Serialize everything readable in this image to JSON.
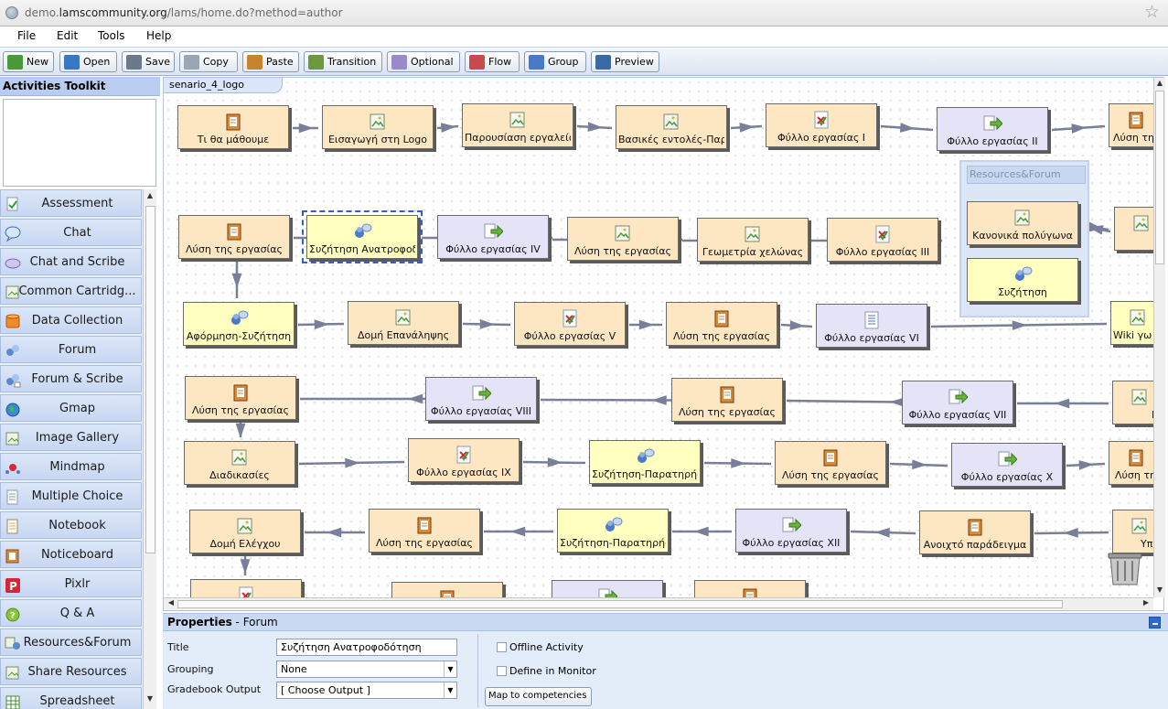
{
  "browser": {
    "url_prefix": "demo.",
    "url_domain": "lamscommunity.org",
    "url_path": "/lams/home.do?method=author"
  },
  "menu": [
    "File",
    "Edit",
    "Tools",
    "Help"
  ],
  "toolbar": [
    {
      "label": "New",
      "icon": "new-icon",
      "color": "#4a9a3a"
    },
    {
      "label": "Open",
      "icon": "folder-open-icon",
      "color": "#3a78c4"
    },
    {
      "label": "Save",
      "icon": "save-icon",
      "color": "#6a7a8a"
    },
    {
      "label": "Copy",
      "icon": "copy-icon",
      "color": "#9aa6b6"
    },
    {
      "label": "Paste",
      "icon": "paste-icon",
      "color": "#c8842a"
    },
    {
      "label": "Transition",
      "icon": "pencil-icon",
      "color": "#6a9a3a"
    },
    {
      "label": "Optional",
      "icon": "optional-pen-icon",
      "color": "#9a8ac8"
    },
    {
      "label": "Flow",
      "icon": "flow-icon",
      "color": "#c84a4a"
    },
    {
      "label": "Group",
      "icon": "group-icon",
      "color": "#4a7ac4"
    },
    {
      "label": "Preview",
      "icon": "magnifier-icon",
      "color": "#3a6aa4"
    }
  ],
  "toolkit": {
    "title": "Activities Toolkit",
    "items": [
      {
        "label": "Assessment",
        "icon": "assessment-icon"
      },
      {
        "label": "Chat",
        "icon": "chat-bubble-icon"
      },
      {
        "label": "Chat and Scribe",
        "icon": "chat-scribe-icon"
      },
      {
        "label": "Common Cartridg...",
        "icon": "cartridge-icon"
      },
      {
        "label": "Data Collection",
        "icon": "database-icon"
      },
      {
        "label": "Forum",
        "icon": "forum-icon"
      },
      {
        "label": "Forum & Scribe",
        "icon": "forum-scribe-icon"
      },
      {
        "label": "Gmap",
        "icon": "globe-icon"
      },
      {
        "label": "Image Gallery",
        "icon": "image-icon"
      },
      {
        "label": "Mindmap",
        "icon": "mindmap-icon"
      },
      {
        "label": "Multiple Choice",
        "icon": "multiple-choice-icon"
      },
      {
        "label": "Notebook",
        "icon": "notebook-icon"
      },
      {
        "label": "Noticeboard",
        "icon": "noticeboard-icon"
      },
      {
        "label": "Pixlr",
        "icon": "pixlr-icon"
      },
      {
        "label": "Q & A",
        "icon": "question-icon"
      },
      {
        "label": "Resources&Forum",
        "icon": "resources-forum-icon"
      },
      {
        "label": "Share Resources",
        "icon": "share-resources-icon"
      },
      {
        "label": "Spreadsheet",
        "icon": "spreadsheet-icon"
      }
    ]
  },
  "canvas": {
    "tab_label": "senario_4_logo",
    "group_title": "Resources&Forum",
    "activities": [
      {
        "label": "Τι θα μάθουμε",
        "kind": "notice"
      },
      {
        "label": "Εισαγωγή στη Logo",
        "kind": "image"
      },
      {
        "label": "Παρουσίαση εργαλείου",
        "kind": "image"
      },
      {
        "label": "Βασικές εντολές-Παρ",
        "kind": "image"
      },
      {
        "label": "Φύλλο εργασίας I",
        "kind": "check"
      },
      {
        "label": "Φύλλο εργασίας II",
        "kind": "arrow"
      },
      {
        "label": "Λύση τη",
        "kind": "notice"
      },
      {
        "label": "Λύση της εργασίας",
        "kind": "notice"
      },
      {
        "label": "Συζήτηση Ανατροφοδ",
        "kind": "forum"
      },
      {
        "label": "Φύλλο εργασίας IV",
        "kind": "arrow"
      },
      {
        "label": "Λύση της εργασίας",
        "kind": "image"
      },
      {
        "label": "Γεωμετρία χελώνας",
        "kind": "image"
      },
      {
        "label": "Φύλλο εργασίας III",
        "kind": "check"
      },
      {
        "label": "Κανονικά πολύγωνα",
        "kind": "image"
      },
      {
        "label": "Συζήτηση",
        "kind": "forum"
      },
      {
        "label": "Τε",
        "kind": "image"
      },
      {
        "label": "Αφόρμηση-Συζήτηση",
        "kind": "forum"
      },
      {
        "label": "Δομή Επανάληψης",
        "kind": "image"
      },
      {
        "label": "Φύλλο εργασίας V",
        "kind": "check"
      },
      {
        "label": "Λύση της εργασίας",
        "kind": "notice"
      },
      {
        "label": "Φύλλο εργασίας VI",
        "kind": "list"
      },
      {
        "label": "Wiki γω",
        "kind": "image"
      },
      {
        "label": "Λύση της εργασίας",
        "kind": "notice"
      },
      {
        "label": "Φύλλο εργασίας VIII",
        "kind": "arrow"
      },
      {
        "label": "Λύση της εργασίας",
        "kind": "notice"
      },
      {
        "label": "Φύλλο εργασίας VII",
        "kind": "arrow"
      },
      {
        "label": "Με",
        "kind": "image"
      },
      {
        "label": "Διαδικασίες",
        "kind": "image"
      },
      {
        "label": "Φύλλο εργασίας IX",
        "kind": "check"
      },
      {
        "label": "Συζήτηση-Παρατηρήσ",
        "kind": "forum"
      },
      {
        "label": "Λύση της εργασίας",
        "kind": "notice"
      },
      {
        "label": "Φύλλο εργασίας X",
        "kind": "arrow"
      },
      {
        "label": "Λύση τη",
        "kind": "notice"
      },
      {
        "label": "Δομή Ελέγχου",
        "kind": "image"
      },
      {
        "label": "Λύση της εργασίας",
        "kind": "notice"
      },
      {
        "label": "Συζήτηση-Παρατηρήσ",
        "kind": "forum"
      },
      {
        "label": "Φύλλο εργασίας XII",
        "kind": "arrow"
      },
      {
        "label": "Ανοιχτό παράδειγμα",
        "kind": "notice"
      },
      {
        "label": "Υπερ",
        "kind": "image"
      },
      {
        "label": "",
        "kind": "check"
      },
      {
        "label": "",
        "kind": "notice"
      },
      {
        "label": "",
        "kind": "arrow"
      },
      {
        "label": "",
        "kind": "notice"
      }
    ]
  },
  "properties": {
    "heading": "Properties",
    "type": "Forum",
    "title_label": "Title",
    "title_value": "Συζήτηση Ανατροφοδότηση",
    "grouping_label": "Grouping",
    "grouping_value": "None",
    "gradebook_label": "Gradebook Output",
    "gradebook_value": "[ Choose Output ]",
    "offline_label": "Offline Activity",
    "define_label": "Define in Monitor",
    "map_button": "Map to competencies"
  },
  "colors": {
    "activity_orange": "#fde7c3",
    "activity_yellow": "#ffffc0",
    "activity_lilac": "#e4e3f7",
    "transition": "#7a7f99",
    "selection": "#2e62c8"
  }
}
